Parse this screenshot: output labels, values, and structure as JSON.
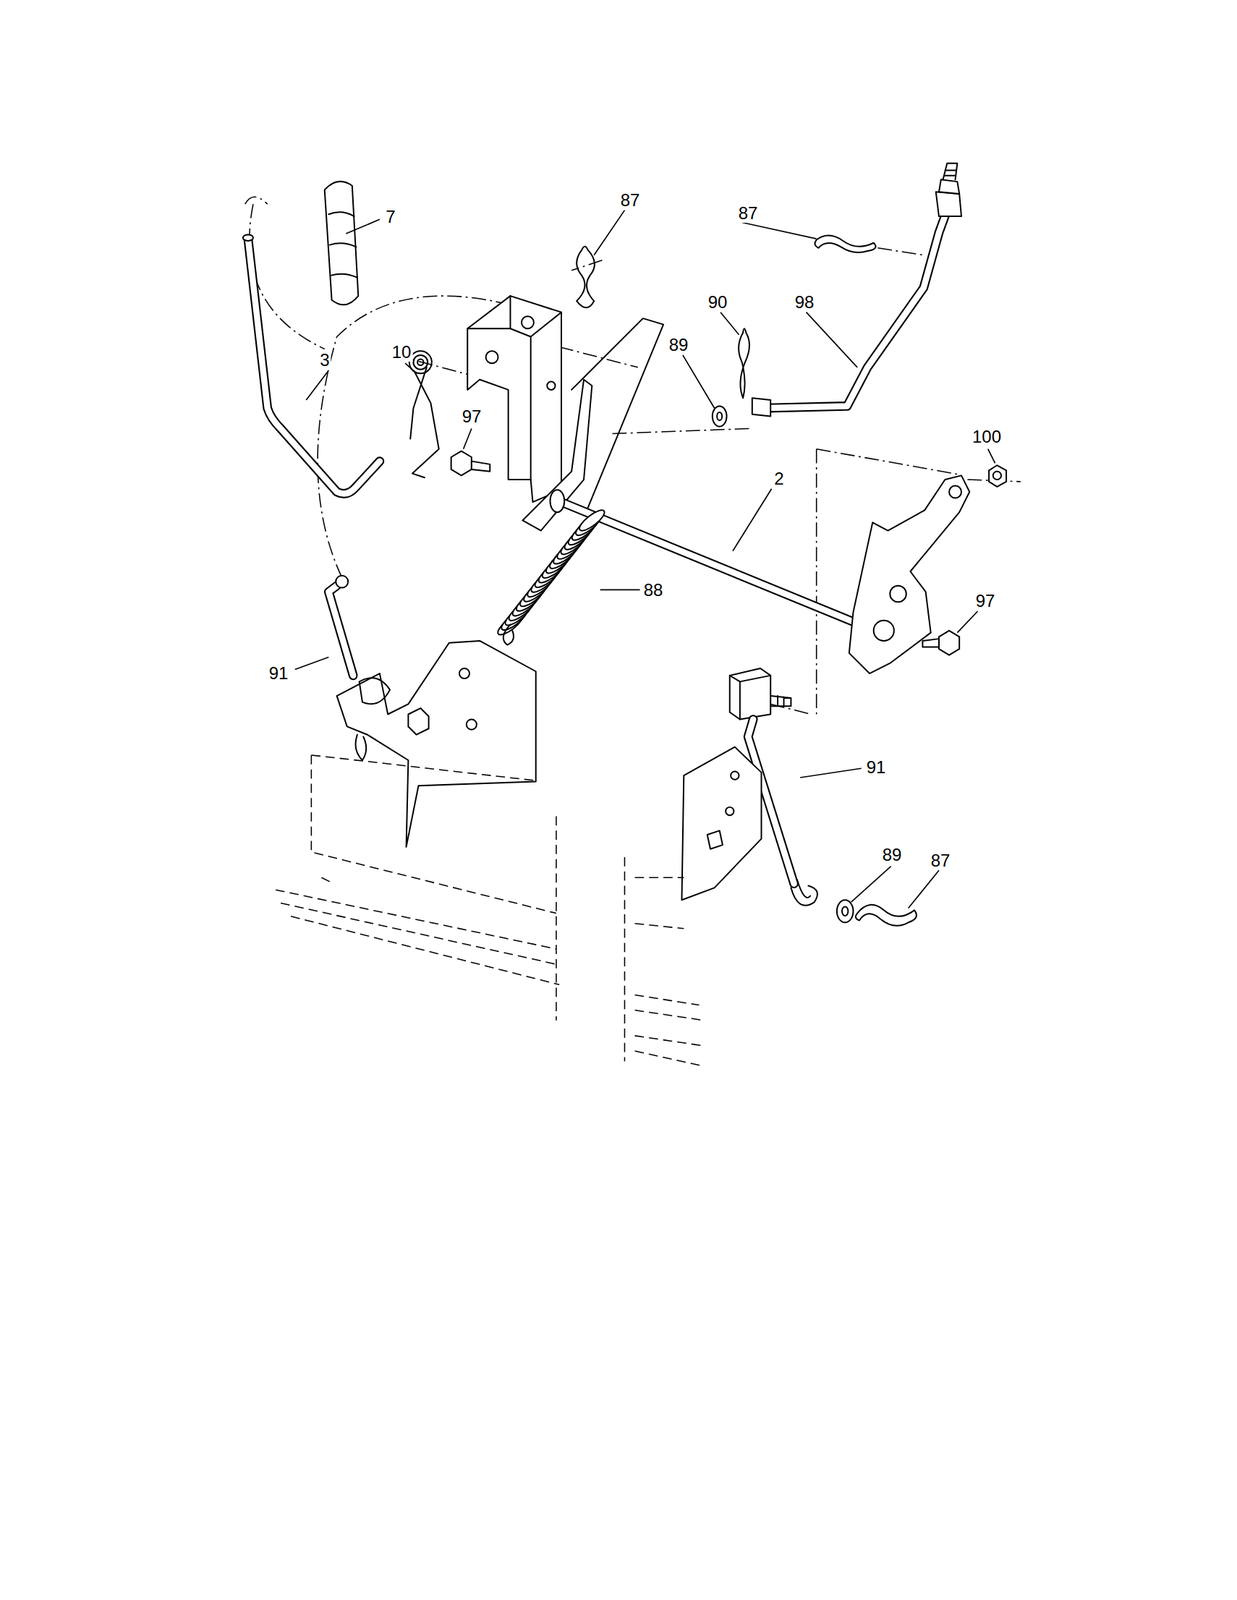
{
  "diagram": {
    "labels": [
      "87",
      "87",
      "7",
      "90",
      "98",
      "89",
      "10",
      "3",
      "97",
      "2",
      "100",
      "88",
      "97",
      "91",
      "91",
      "89",
      "87"
    ]
  }
}
